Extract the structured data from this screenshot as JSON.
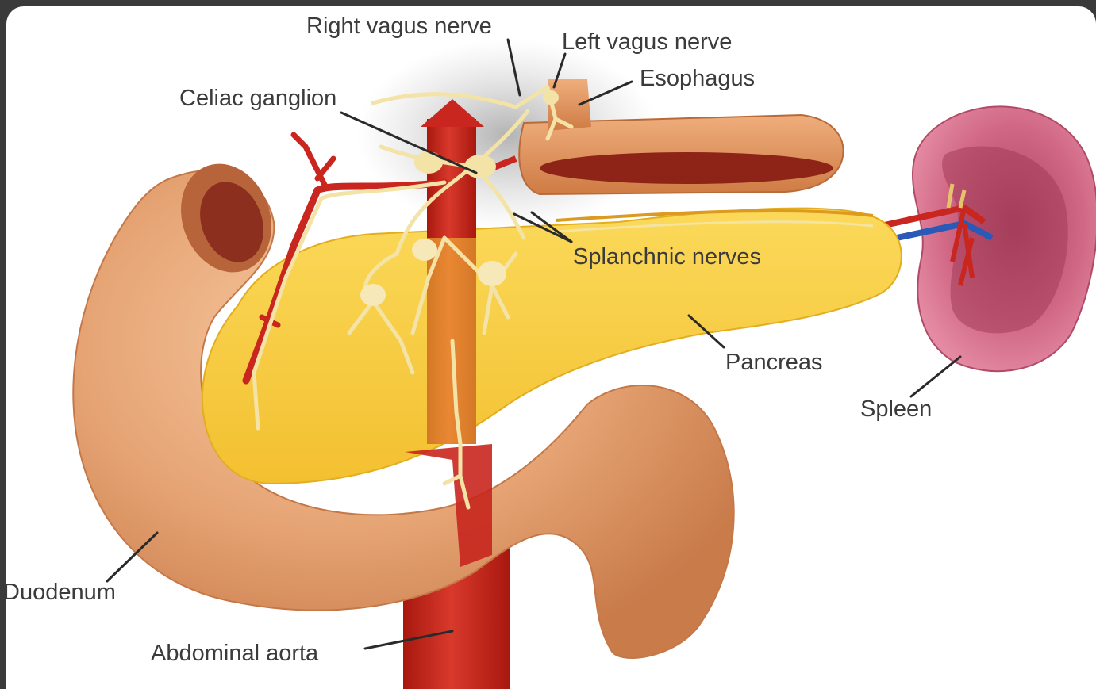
{
  "labels": {
    "right_vagus_nerve": "Right vagus nerve",
    "left_vagus_nerve": "Left vagus nerve",
    "esophagus": "Esophagus",
    "celiac_ganglion": "Celiac ganglion",
    "splanchnic_nerves": "Splanchnic nerves",
    "pancreas": "Pancreas",
    "spleen": "Spleen",
    "duodenum": "Duodenum",
    "abdominal_aorta": "Abdominal aorta"
  },
  "colors": {
    "duodenum": "#e0a072",
    "pancreas": "#f7c93a",
    "aorta": "#c8261e",
    "nerve": "#f3e3a6",
    "esophagus": "#d98a52",
    "spleen": "#c85a78",
    "vein": "#2b59b8"
  }
}
